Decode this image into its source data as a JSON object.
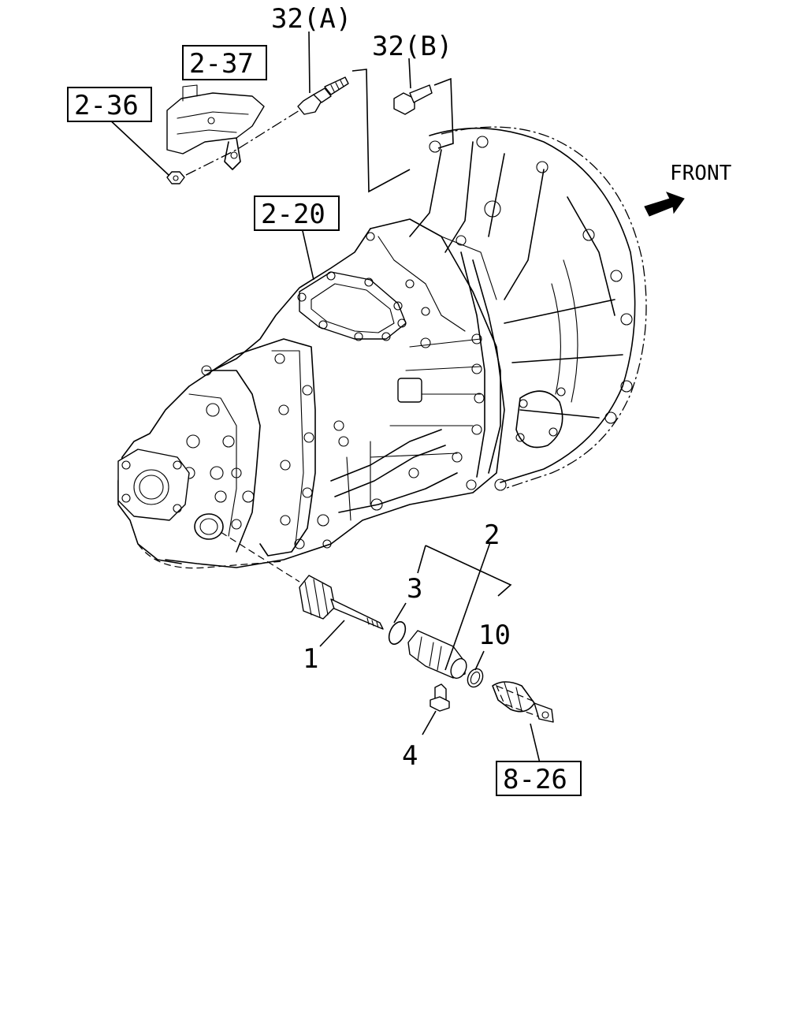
{
  "refs": {
    "r2_37": "2-37",
    "r2_36": "2-36",
    "r2_20": "2-20",
    "r8_26": "8-26"
  },
  "labels": {
    "l32a": "32(A)",
    "l32b": "32(B)",
    "l1": "1",
    "l2": "2",
    "l3": "3",
    "l4": "4",
    "l10": "10"
  },
  "direction": {
    "front": "FRONT"
  }
}
